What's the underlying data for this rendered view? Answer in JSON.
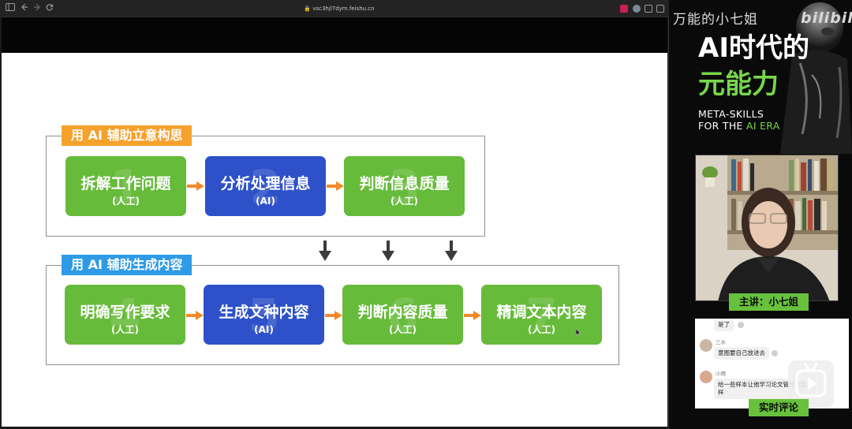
{
  "browser": {
    "url": "vsc3hjl7dym.feishu.cn",
    "nav_icons": [
      "sidebar-icon",
      "back-icon",
      "forward-icon",
      "reload-icon"
    ]
  },
  "slide": {
    "section1": {
      "tag": "用 AI 辅助立意构思",
      "tag_color": "#f6a12c",
      "steps": [
        {
          "title": "拆解工作问题",
          "sub": "(人工)",
          "num": "1",
          "color": "#66bb3a"
        },
        {
          "title": "分析处理信息",
          "sub": "(AI)",
          "num": "2",
          "color": "#2e51c9"
        },
        {
          "title": "判断信息质量",
          "sub": "(人工)",
          "num": "3",
          "color": "#66bb3a"
        }
      ]
    },
    "section2": {
      "tag": "用 AI 辅助生成内容",
      "tag_color": "#2f9be6",
      "steps": [
        {
          "title": "明确写作要求",
          "sub": "(人工)",
          "num": "4",
          "color": "#66bb3a"
        },
        {
          "title": "生成文种内容",
          "sub": "(AI)",
          "num": "5",
          "color": "#2e51c9"
        },
        {
          "title": "判断内容质量",
          "sub": "(人工)",
          "num": "6",
          "color": "#66bb3a"
        },
        {
          "title": "精调文本内容",
          "sub": "(人工)",
          "num": "7",
          "color": "#66bb3a"
        }
      ]
    },
    "arrow_color": "#f28a2a",
    "down_arrow_color": "#3c3c3c"
  },
  "overlay": {
    "streamer_name": "万能的小七姐",
    "site_logo": "bilibili",
    "title_line1": "AI时代的",
    "title_line2": "元能力",
    "meta_line1": "META-SKILLS",
    "meta_line2_prefix": "FOR THE ",
    "meta_line2_highlight": "AI ERA",
    "accent": "#77d64c",
    "host_label": "主讲：小七姐",
    "chat_label": "实时评论",
    "chat": [
      {
        "user": "",
        "text": "是了"
      },
      {
        "user": "三水",
        "text": "意图要自己放进去"
      },
      {
        "user": "小晴",
        "text": "给一些样本让他学习论文管台词怎么",
        "text2": "样"
      }
    ]
  }
}
